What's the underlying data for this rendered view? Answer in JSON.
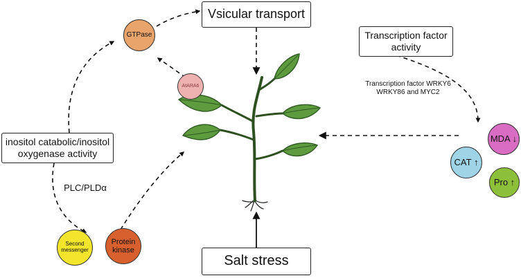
{
  "boxes": {
    "vesicular": "Vsicular transport",
    "transcription": [
      "Transcription factor",
      "activity"
    ],
    "inositol": [
      "inositol catabolic/inositol",
      "oxygenase activity"
    ],
    "salt": "Salt stress"
  },
  "nodes": {
    "gtpase": "GTPase",
    "atara6": "AtARA6",
    "mda": "MDA ↓",
    "cat": "CAT ↑",
    "pro": "Pro ↑",
    "second": [
      "Second",
      "messenger"
    ],
    "protein": [
      "Protein",
      "kinase"
    ]
  },
  "labels": {
    "wrky": [
      "Transcription factor WRKY6",
      "WRKY86 and MYC2"
    ],
    "plc": "PLC/PLDα"
  },
  "colors": {
    "gtpase": "#E9A46C",
    "atara6": "#EDB2B0",
    "mda": "#D96DC3",
    "cat": "#9FD3E6",
    "pro": "#8CBF3A",
    "second": "#F2E52C",
    "protein": "#D8602E",
    "leaf": "#5E9A3E",
    "leafDark": "#2F5A22",
    "stem": "#2E4F20"
  }
}
